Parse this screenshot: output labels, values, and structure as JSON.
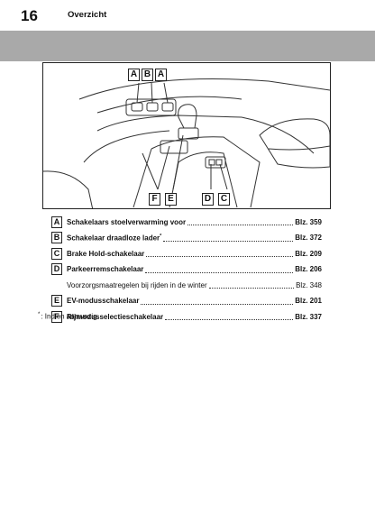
{
  "header": {
    "page_number": "16",
    "section_title": "Overzicht"
  },
  "figure": {
    "callouts_top": [
      "A",
      "B",
      "A"
    ],
    "callouts_bottom": [
      "F",
      "E",
      "D",
      "C"
    ]
  },
  "items": [
    {
      "letter": "A",
      "label": "Schakelaars stoelverwarming voor",
      "ref": "Blz. 359"
    },
    {
      "letter": "B",
      "label": "Schakelaar draadloze lader",
      "sup": "*",
      "ref": "Blz. 372"
    },
    {
      "letter": "C",
      "label": "Brake Hold-schakelaar",
      "ref": "Blz. 209"
    },
    {
      "letter": "D",
      "label": "Parkeerremschakelaar",
      "ref": "Blz. 206"
    },
    {
      "letter": "",
      "label": "Voorzorgsmaatregelen bij rijden in de winter",
      "ref": "Blz. 348"
    },
    {
      "letter": "E",
      "label": "EV-modusschakelaar",
      "ref": "Blz. 201"
    },
    {
      "letter": "F",
      "label": "Rijmodusselectieschakelaar",
      "ref": "Blz. 337"
    }
  ],
  "footnote": {
    "mark": "*",
    "text": ": Indien aanwezig"
  }
}
